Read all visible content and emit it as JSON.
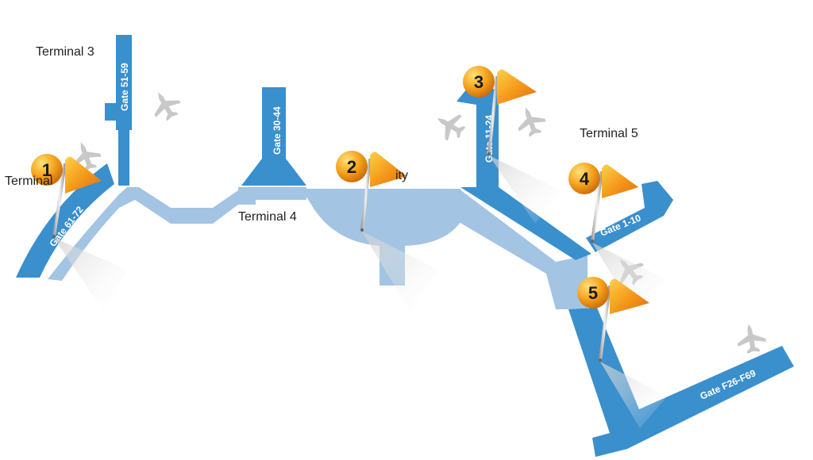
{
  "map": {
    "terminals": [
      {
        "id": "t3",
        "label": "Terminal 3"
      },
      {
        "id": "t4",
        "label": "Terminal 4"
      },
      {
        "id": "t5",
        "label": "Terminal 5"
      },
      {
        "id": "t-left",
        "label": "Terminal"
      },
      {
        "id": "t-center",
        "label": "ity"
      }
    ],
    "gates": {
      "g51": "Gate 51-59",
      "g30": "Gate 30-44",
      "g11": "Gate 11-24",
      "g61": "Gate 61-72",
      "g1": "Gate 1-10",
      "gf": "Gate F26-F69"
    },
    "markers": [
      "1",
      "2",
      "3",
      "4",
      "5"
    ],
    "icons": {
      "marker": "flag-pin-icon",
      "aircraft": "airplane-icon"
    },
    "colors": {
      "concourse": "#3a8fcd",
      "walkway": "#a3c4e3",
      "airplane": "#c8c8c8",
      "flag": "#f39a1a",
      "flag_circle": "#f2a21c"
    }
  }
}
